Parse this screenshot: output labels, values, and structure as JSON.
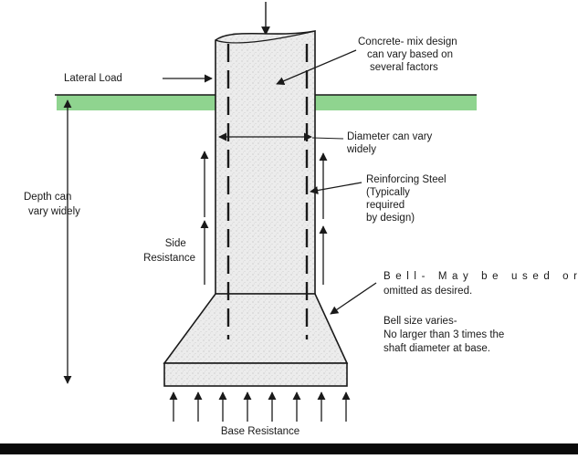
{
  "labels": {
    "lateral_load": "Lateral Load",
    "concrete_mix": [
      "Concrete- mix design",
      "can vary based on",
      "several factors"
    ],
    "diameter": [
      "Diameter can vary",
      "widely"
    ],
    "depth": [
      "Depth can",
      "vary widely"
    ],
    "reinforcing": [
      "Reinforcing Steel",
      "(Typically",
      "required",
      "by design)"
    ],
    "side_resistance": [
      "Side",
      "Resistance"
    ],
    "bell": [
      "Bell- May be used or",
      "omitted as desired."
    ],
    "bell_size": [
      "Bell size varies-",
      "No larger than 3 times the",
      "shaft diameter at base."
    ],
    "base_resistance": "Base Resistance"
  },
  "colors": {
    "ground": "#8fd48f",
    "concrete": "#e9e9e9",
    "line": "#1a1a1a",
    "bottom_bar": "#0a0a0a"
  },
  "icons": [
    "arrow-up-icon",
    "arrow-down-icon",
    "arrow-left-icon"
  ]
}
